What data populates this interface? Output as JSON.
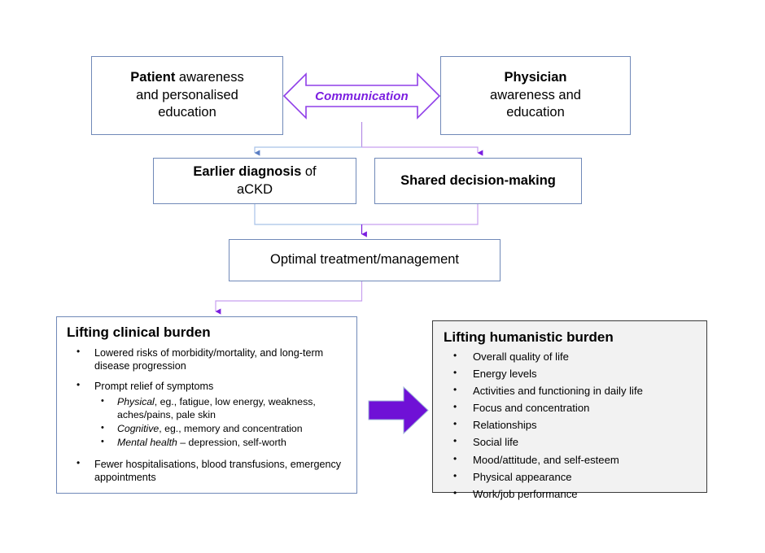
{
  "diagram": {
    "title": "Patient and physician communication pathway to lifting clinical and humanistic burden in aCKD",
    "colors": {
      "box_border": "#7089B8",
      "purple_accent": "#7B1FE0",
      "block_arrow_fill": "#6F11D6",
      "light_blue_connector": "#A8C2E8",
      "light_purple_connector": "#C79FEF",
      "humanistic_panel_background": "#F2F2F2",
      "humanistic_panel_border": "#3A3A3A"
    },
    "nodes": {
      "patient": {
        "line1_bold": "Patient",
        "line1_rest": " awareness",
        "line2": "and personalised",
        "line3": "education"
      },
      "physician": {
        "line1_bold": "Physician",
        "line2": "awareness and",
        "line3": "education"
      },
      "communication": {
        "label": "Communication"
      },
      "earlier_diagnosis": {
        "bold": "Earlier diagnosis",
        "rest": " of",
        "line2": "aCKD"
      },
      "shared_decision": {
        "label": "Shared decision-making"
      },
      "optimal": {
        "label": "Optimal treatment/management"
      }
    },
    "clinical_panel": {
      "title": "Lifting clinical burden",
      "bullets": [
        {
          "text": "Lowered risks of morbidity/mortality, and long-term disease progression",
          "sub": []
        },
        {
          "text": "Prompt relief of symptoms",
          "sub": [
            {
              "italic": "Physical",
              "rest": ", eg., fatigue, low energy, weakness, aches/pains, pale skin"
            },
            {
              "italic": "Cognitive",
              "rest": ", eg., memory and  concentration"
            },
            {
              "italic": "Mental health",
              "rest": " – depression, self-worth"
            }
          ]
        },
        {
          "text": "Fewer hospitalisations, blood transfusions, emergency appointments",
          "sub": []
        }
      ]
    },
    "humanistic_panel": {
      "title": "Lifting humanistic burden",
      "bullets": [
        "Overall quality of life",
        "Energy levels",
        "Activities and functioning in daily life",
        "Focus and concentration",
        "Relationships",
        "Social life",
        "Mood/attitude, and self-esteem",
        "Physical appearance",
        "Work/job performance"
      ]
    }
  }
}
